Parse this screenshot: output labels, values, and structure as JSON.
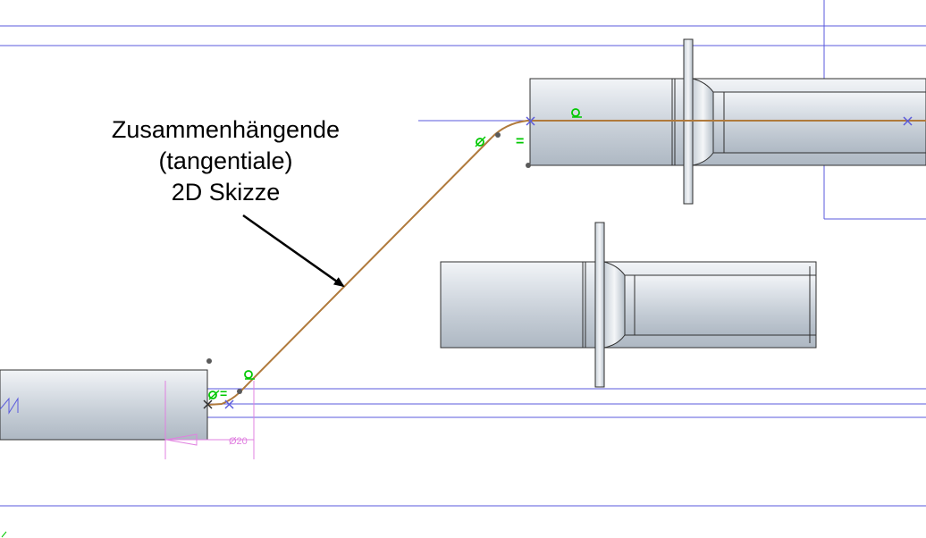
{
  "annotation": {
    "line1": "Zusammenhängende",
    "line2": "(tangentiale)",
    "line3": "2D Skizze"
  },
  "dimension": {
    "label": "Ø20"
  },
  "constraint_symbols": {
    "equal": "=",
    "tangent": "o"
  },
  "colors": {
    "construction_line": "#5a5adc",
    "sketch_path": "#b07a3c",
    "dimension": "#e080e0",
    "constraint": "#00c800",
    "shaft_light": "#eef1f5",
    "shaft_mid": "#cfd6de",
    "shaft_dark": "#b8c1cb",
    "edge": "#303030"
  }
}
